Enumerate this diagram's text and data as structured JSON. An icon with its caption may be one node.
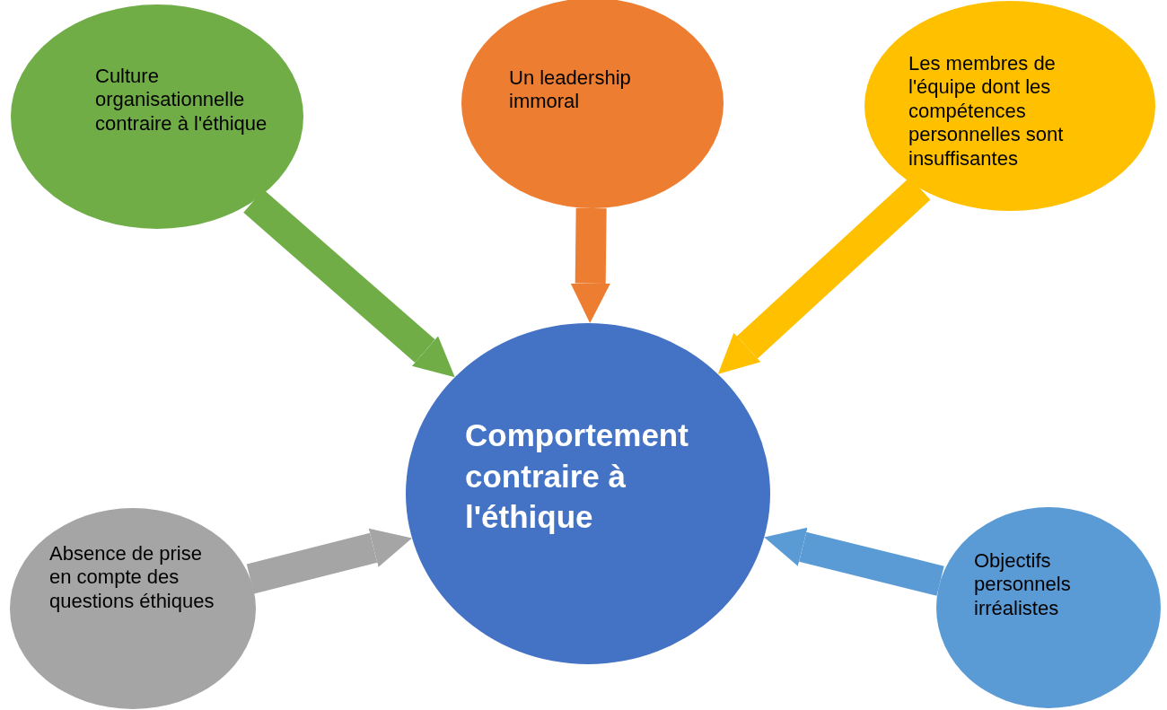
{
  "diagram": {
    "nodes": [
      {
        "text": [
          "Comportement contraire à l'éthique"
        ]
      },
      {
        "text": [
          "Culture organisationnelle contraire à l'éthique"
        ]
      },
      {
        "text": [
          "Un leadership immoral"
        ]
      },
      {
        "text": [
          "Les membres de l'équipe dont les compétences personnelles sont insuffisantes"
        ]
      },
      {
        "text": [
          "Absence de prise en compte des questions éthiques"
        ]
      },
      {
        "text": [
          "Objectifs personnels irréalistes"
        ]
      }
    ],
    "edges": [
      {
        "from": 1,
        "to": 0,
        "arrow": "to",
        "color": "#70ad47"
      },
      {
        "from": 2,
        "to": 0,
        "arrow": "to",
        "color": "#ed7d31"
      },
      {
        "from": 3,
        "to": 0,
        "arrow": "to",
        "color": "#ffc000"
      },
      {
        "from": 4,
        "to": 0,
        "arrow": "to",
        "color": "#a5a5a5"
      },
      {
        "from": 5,
        "to": 0,
        "arrow": "to",
        "color": "#5b9bd5"
      }
    ]
  }
}
